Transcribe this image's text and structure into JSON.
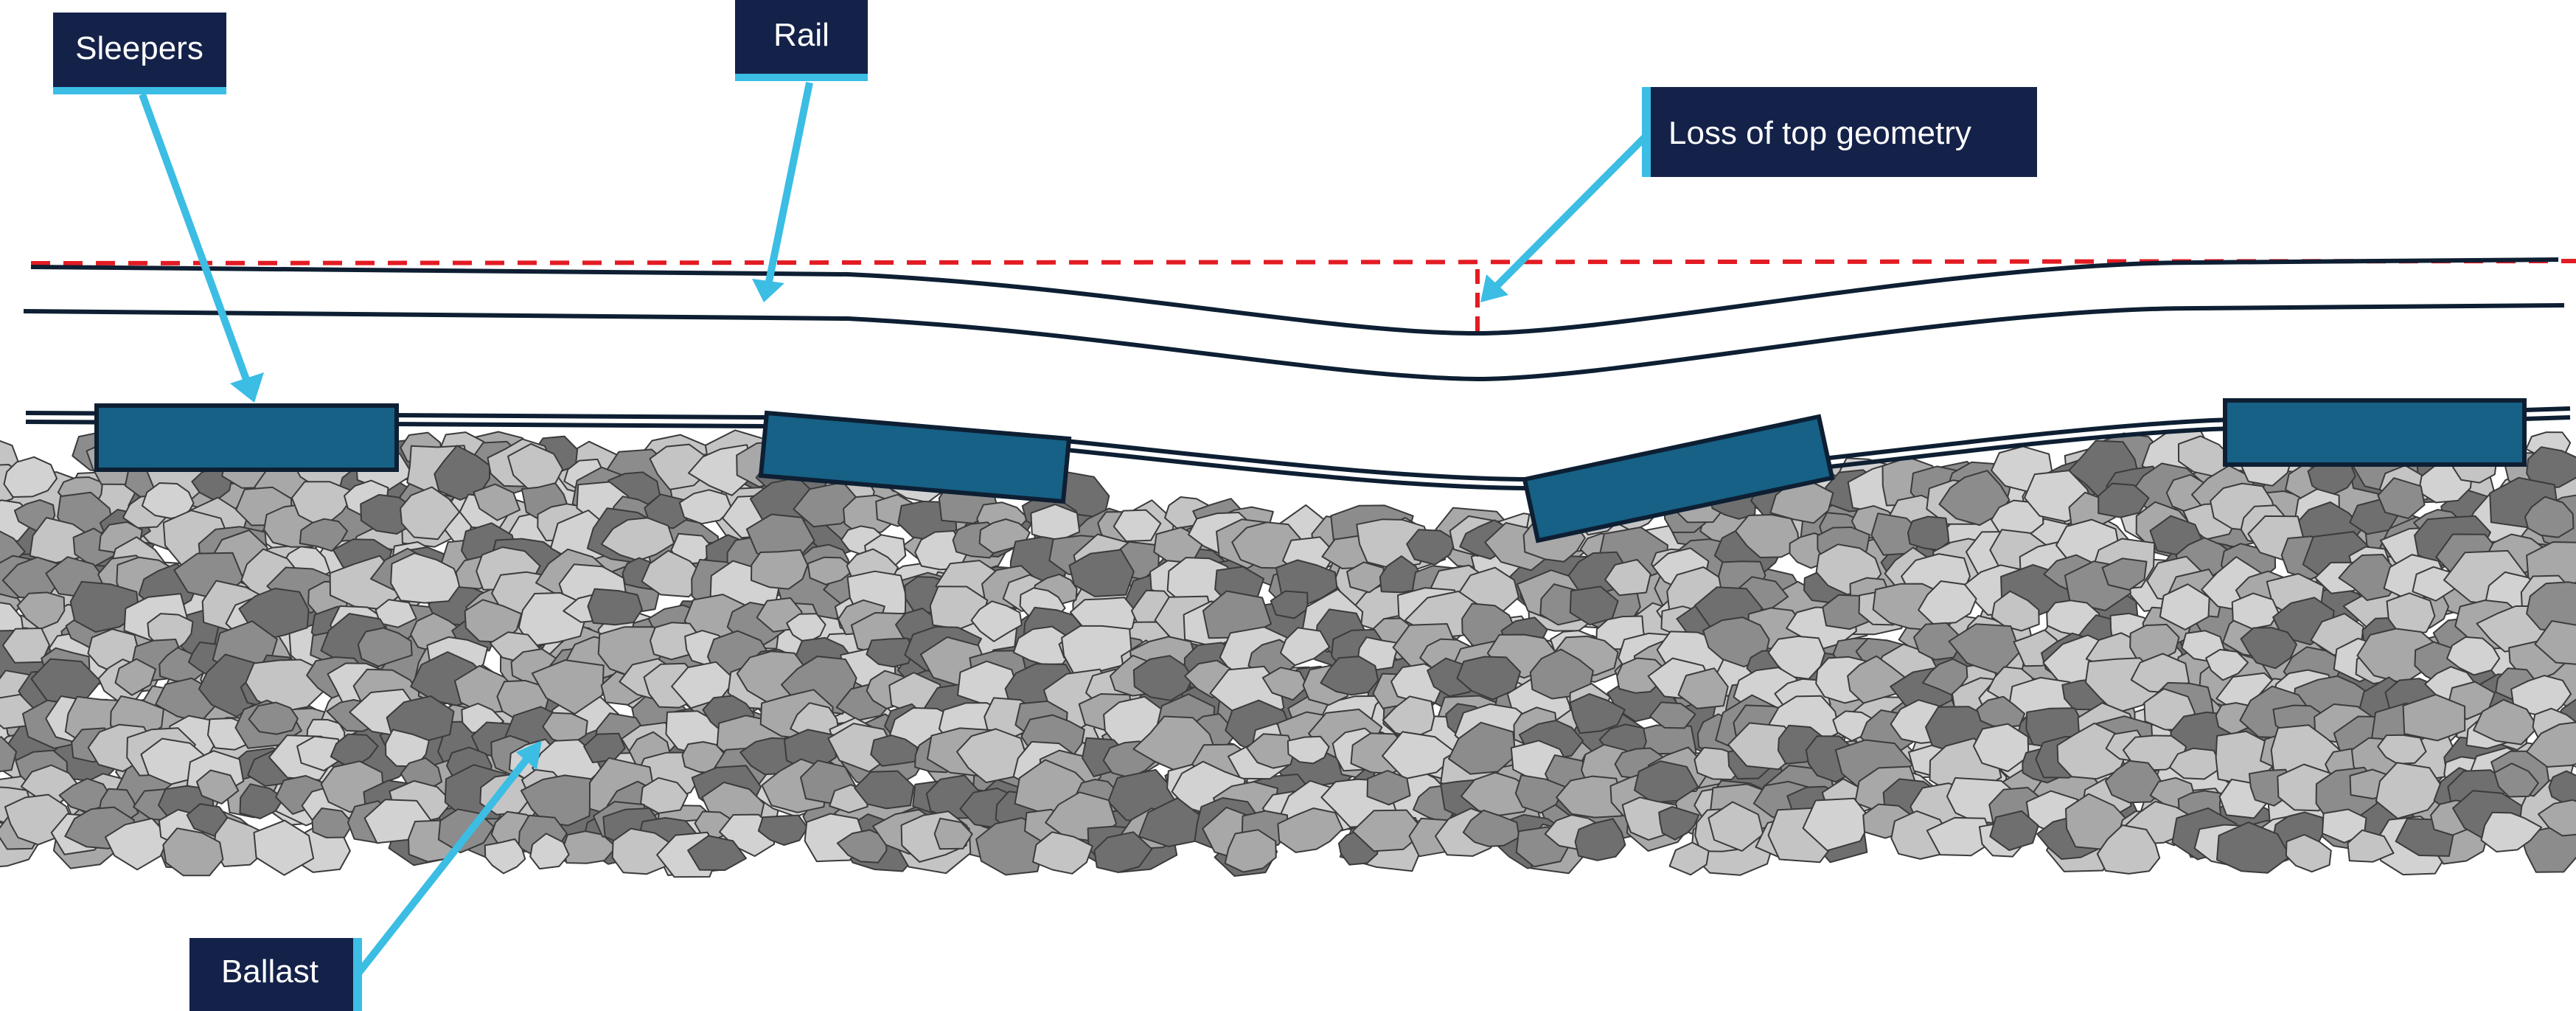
{
  "labels": {
    "sleepers": "Sleepers",
    "rail": "Rail",
    "loss_of_top_geometry": "Loss of top geometry",
    "ballast": "Ballast"
  },
  "colors": {
    "label_bg": "#14224a",
    "label_accent": "#3bbde4",
    "sleeper_fill": "#166185",
    "outline": "#0e1f33",
    "reference_line": "#e31b23",
    "stone_light": "#d2d2d2",
    "stone_mid": "#a8a8a8",
    "stone_dark": "#6f6f6f"
  }
}
